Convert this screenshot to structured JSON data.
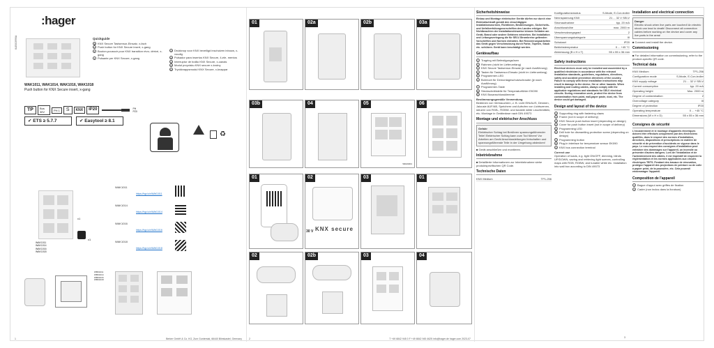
{
  "brand": ":hager",
  "doc_code": "6LE003996A",
  "quick_guide": {
    "title": "Quickguide",
    "items": [
      "KNX Secure Tastsensor-Einsatz, x-fach",
      "Push button for KNX Secure insert, x-gang",
      "Bouton-poussoir pour KNX transition révo- dérivé, x-gang",
      "Pulsante per KNX Secure, x-gang",
      "Drukknop voor KNX beveiligd inschuiven inbouw, x-voudig",
      "Pulsador para insertos KNX Secure, 4-ele- mentos",
      "Interruptor de botão KNX Secure, x-canais",
      "Moduł przycisku KNX secure x-krotny",
      "Tryckknappsmodul KNX Secure, x-knappar"
    ]
  },
  "products": {
    "title": "WAK1011, WAK1014, WAK1016, WAK1018",
    "subtitle": "Push button for KNX Secure insert, x-gang"
  },
  "badges": {
    "tp": "TP",
    "bus": "Bus 30V",
    "ph": "PH 1",
    "s": "S",
    "knx": "KNX",
    "ip": "IP20",
    "ets": "ETS ≥ 5.7.7",
    "easytool": "Easytool ≥ 8.1",
    "ph1": "PH",
    "pz": "PZ0"
  },
  "variants": [
    {
      "code": "WAK1011",
      "link": "https://hgr.io/r/WAK1011"
    },
    {
      "code": "WAK1014",
      "link": "https://hgr.io/r/WAK1014"
    },
    {
      "code": "WAK1016",
      "link": "https://hgr.io/r/WAK1016"
    },
    {
      "code": "WAK1018",
      "link": "https://hgr.io/r/WAK1018"
    }
  ],
  "variant_list_left": [
    "WAK1011",
    "WAK1014",
    "WAK1016",
    "WAK1018"
  ],
  "accessory_codes": [
    "WDA701xxx",
    "WAK701xxx",
    "WAK711xxx",
    "WAK711xxx",
    "WAK701xxx",
    "WAK711xxx",
    "WAK716xxx",
    "WAK718xxx",
    "WAK716xxx",
    "WAK718xxx"
  ],
  "cal_codes": [
    "WBK1011",
    "WBK1014",
    "WBK1016",
    "WBK1018"
  ],
  "knx_secure_code": "WDA9001",
  "qty": "x1",
  "steps_top": [
    "01",
    "02a",
    "02b",
    "03a",
    "03b",
    "04",
    "05",
    "06"
  ],
  "steps_bottom": [
    "01",
    "02",
    "03",
    "01",
    "02",
    "02b",
    "03",
    "04"
  ],
  "voltage": "30 V",
  "knx_secure_label": "KNX secure",
  "de": {
    "safety_title": "Sicherheitshinweise",
    "safety_text": "Einbau und Montage elektrischer Geräte dürfen nur durch eine Elektrofachkraft gemäß den einschlägigen Installationsnormen, Richtlinien, Bestimmungen, Sicherheits- und Unfallverhütungsvorschriften des Landes erfolgen. Bei Nichtbeachten der Installationshinweise können Schäden am Gerät, Brand oder andere Gefahren entstehen. Bei Installation und Leitungsverlegung die für SELV-Stromkreise geltenden Vorschriften und Normen einhalten. Bei Renovierungsarbeiten das Gerät gegen Verschmutzung durch Farbe, Tapeten, Staub etc. schützen. Gerät kann beschädigt werden.",
    "device_title": "Geräteaufbau",
    "device_items": [
      "Tragring mit Befestigungsösen",
      "Rahmen (nicht im Lieferumfang)",
      "KNX Secure Tastsensor-Einsatz (je nach Ausführung)",
      "Tasten für Tastsensor-Einsatz (nicht im Lieferumfang)",
      "Programmier-LED",
      "Bohrloch für Demontageschutzschraube (je nach Ausführung)",
      "Programmier-Taste",
      "Steckschnittstelle für Temperaturfühler EK090",
      "KNX Busanschlussklemme"
    ],
    "use_title": "Bestimmungsgemäße Verwendung",
    "use_text": "Bedienen von Verbrauchern, z. B. Licht EIN/AUS, Dimmen, Jalousie AUF/AB, Speichern und Aufrufen von Lichtszenen, steuern von RGB-, RGBW- und tunable white Leuchtmitteln, etc. Montage in Gerätedose nach DIN 49073",
    "mount_title": "Montage und elektrischer Anschluss",
    "danger_title": "Gefahr",
    "danger_text": "Elektrischer Schlag bei Berühren spannungsführender Teile! Elektrischer Schlag kann zum Tod führen! Vor Arbeiten am Gerät Anschlussleitungen freischalten und spannungsführende Teile in der Umgebung abdecken!",
    "mount_step": "Gerät anschließen und montieren.",
    "commissioning_title": "Inbetriebnahme",
    "commissioning_text": "Detaillierte Informationen zur Inbetriebnahme siehe produktspezifischen QR Code.",
    "tech_title": "Technische Daten",
    "tech_first": {
      "k": "KNX Medium",
      "v": "TP1-256"
    }
  },
  "tech_mid": [
    {
      "k": "Konfigurationsmodus",
      "v": "S-Mode, E-Con-troller"
    },
    {
      "k": "Nennspannung KNX",
      "v": "21 ... 32 V SELV"
    },
    {
      "k": "Stromaufnahme",
      "v": "typ. 20 mA"
    },
    {
      "k": "Anschlusshöhe",
      "v": "max. 2000 m"
    },
    {
      "k": "Verschmutzungsgrad",
      "v": "2"
    },
    {
      "k": "Überspannungskategorie",
      "v": "III"
    },
    {
      "k": "Schutzart",
      "v": "IP20"
    },
    {
      "k": "Betriebstemperatur",
      "v": "0 ... +45 °C"
    },
    {
      "k": "Abmessung (B x H x T)",
      "v": "55 x 55 x 36 mm"
    }
  ],
  "en": {
    "safety_title": "Safety instructions",
    "safety_text": "Electrical devices must only be installed and assembled by a qualified electrician in accordance with the relevant installation standards, guidelines, regulations, directives, safety and accident prevention directives of the country. Failure to comply with these installation instructions may result in damage to the device, fire or other hazards. When installing and routing cables, always comply with the applicable regulations and standards for SELV electrical circuits. During renovation work, protect the device from contamination from paint, wall-paper paste, dust, etc. The device could get damaged.",
    "design_title": "Design and layout of the device",
    "design_items": [
      "Supporting ring with fastening claws",
      "Frame (not in scope of delivery)",
      "KNX Secure push button insert (depending on design)",
      "Cover for push button insert (not in scope of delivery)",
      "Programming LED",
      "Drill hole for dismantling protection screw (depending on design)",
      "Programming button",
      "Plug-in interface for temperature sensor EK090",
      "KNX bus connection terminal"
    ],
    "use_title": "Correct use",
    "use_text": "Operation of loads, e.g. light ON/OFF, dimming, blinds UP/DOWN, saving and retrieving light scenes, controlling maps with RGB, RGBW, and tunable white etc. Installation into wall box according to DIN 49073",
    "install_title": "Installation and electrical connection",
    "danger_title": "Danger",
    "danger_text": "Electric shock when live parts are touched! An electric shock can lead to death! Disconnect all connection cables before working on the device and cover any live parts in the area!",
    "install_step": "Connect and install the device.",
    "commissioning_title": "Commissioning",
    "commissioning_text": "For detailed information on commissioning, refer to the product-specific QR code.",
    "tech_title": "Technical data",
    "tech": [
      {
        "k": "KNX Medium",
        "v": "TP1-256"
      },
      {
        "k": "Configuration mode",
        "v": "S-Mode, E-Con-troller"
      },
      {
        "k": "KNX supply voltage",
        "v": "21 ... 32 V SELV"
      },
      {
        "k": "Current consumption",
        "v": "typ. 20 mA"
      },
      {
        "k": "Operating height",
        "v": "Max. 2000 m"
      },
      {
        "k": "Degree of contamination",
        "v": "2"
      },
      {
        "k": "Overvoltage category",
        "v": "III"
      },
      {
        "k": "Degree of protection",
        "v": "IP20"
      },
      {
        "k": "Operating temperature",
        "v": "0 ... +45 °C"
      },
      {
        "k": "Dimensions (W x H x D)",
        "v": "55 x 55 x 36 mm"
      }
    ]
  },
  "fr": {
    "safety_title": "Consignes de sécurité",
    "safety_text": "L'encastrement et le montage d'appareils électriques doivent être effectués uniquement par des électriciens qualifiés, dans le respect des normes d'installation, directives, dispositions et prescriptions en matière de sécurité et de prévention d'accidents en vigueur dans le pays. Le non-respect des consignes d'installation peut entraîner des dommages sur l'appareil, un incendie ou présenter d'autres dangers. Lors de l'installation et de l'acheminement des câbles, il est impératif de respecter la réglementation et les normes applicables aux circuits électriques TBTS. Pendant des travaux de rénovation, protégez l'appareil des projections de peinture ou de colle à papier peint, de la poussière, etc. Cela pourrait endommager l'appareil.",
    "design_title": "Composition de l'appareil",
    "design_items": [
      "Bague d'appui avec griffes de fixation",
      "Cadre (non inclus dans la livraison)"
    ]
  },
  "footers": {
    "p1_num": "1",
    "p1_text": "Berker GmbH & Co. KG, Zum Gunterstal, 66440 Blieskastel, Germany",
    "p2_num": "2",
    "p2_text": "T +49 6842 945 0  F +49 6842 945 4625  info@hager.de  hager.com   2023-07",
    "p3_num": "3",
    "p3_text": "Berker GmbH & Co. KG, Zum Gunterstal, 66440 Blieskastel, Germany"
  }
}
